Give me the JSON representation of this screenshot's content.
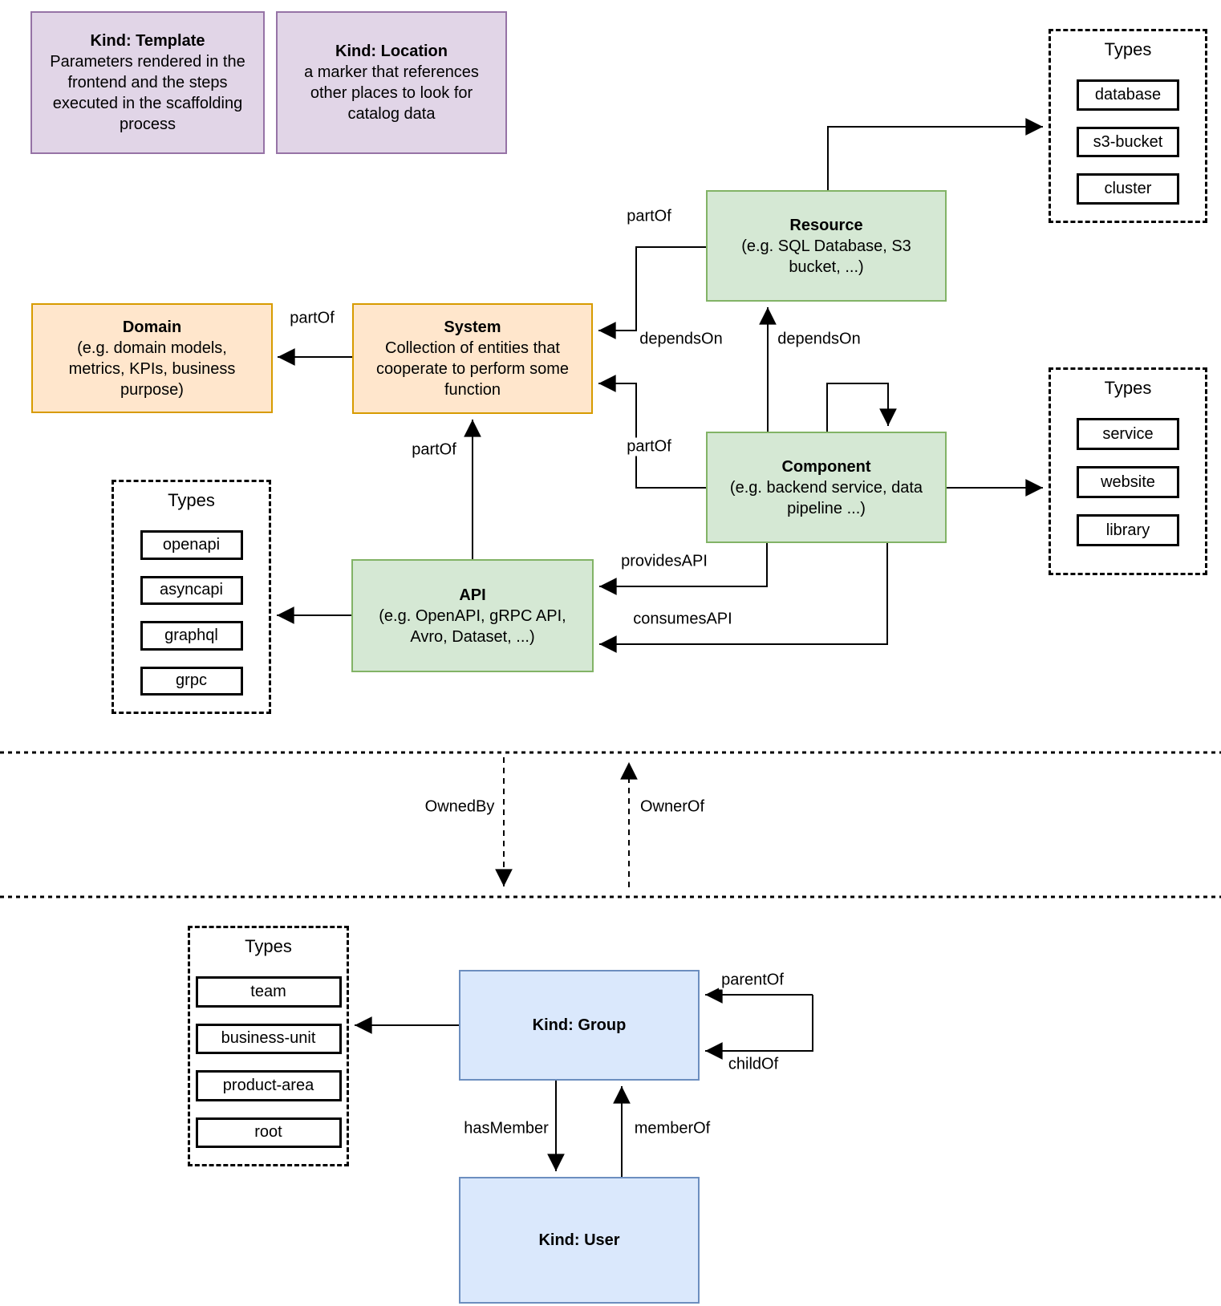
{
  "colors": {
    "purple_fill": "#E1D5E7",
    "purple_stroke": "#9673A6",
    "green_fill": "#D5E8D4",
    "green_stroke": "#82B366",
    "orange_fill": "#FFE6CC",
    "orange_stroke": "#D79B00",
    "blue_fill": "#DAE8FC",
    "blue_stroke": "#6C8EBF",
    "line": "#000000"
  },
  "entities": {
    "template": {
      "title": "Kind: Template",
      "body": "Parameters rendered in the frontend and the steps executed in  the scaffolding process"
    },
    "location": {
      "title": "Kind: Location",
      "body": "a marker that references other places to look for catalog data"
    },
    "domain": {
      "title": "Domain",
      "body": "(e.g.  domain models, metrics, KPIs, business purpose)"
    },
    "system": {
      "title": "System",
      "body": "Collection of entities that cooperate to perform some function"
    },
    "resource": {
      "title": "Resource",
      "body": "(e.g. SQL Database, S3 bucket, ...)"
    },
    "component": {
      "title": "Component",
      "body": "(e.g. backend service, data pipeline ...)"
    },
    "api": {
      "title": "API",
      "body": "(e.g. OpenAPI, gRPC API, Avro, Dataset, ...)"
    },
    "group": {
      "title": "Kind: Group"
    },
    "user": {
      "title": "Kind: User"
    }
  },
  "panels": {
    "resource_types": {
      "title": "Types",
      "items": [
        "database",
        "s3-bucket",
        "cluster"
      ]
    },
    "component_types": {
      "title": "Types",
      "items": [
        "service",
        "website",
        "library"
      ]
    },
    "api_types": {
      "title": "Types",
      "items": [
        "openapi",
        "asyncapi",
        "graphql",
        "grpc"
      ]
    },
    "group_types": {
      "title": "Types",
      "items": [
        "team",
        "business-unit",
        "product-area",
        "root"
      ]
    }
  },
  "edge_labels": {
    "system_domain": "partOf",
    "resource_system": "partOf",
    "component_system": "partOf",
    "api_system": "partOf",
    "component_resource": "dependsOn",
    "component_self": "dependsOn",
    "provides_api": "providesAPI",
    "consumes_api": "consumesAPI",
    "owned_by": "OwnedBy",
    "owner_of": "OwnerOf",
    "parent_of": "parentOf",
    "child_of": "childOf",
    "has_member": "hasMember",
    "member_of": "memberOf"
  }
}
